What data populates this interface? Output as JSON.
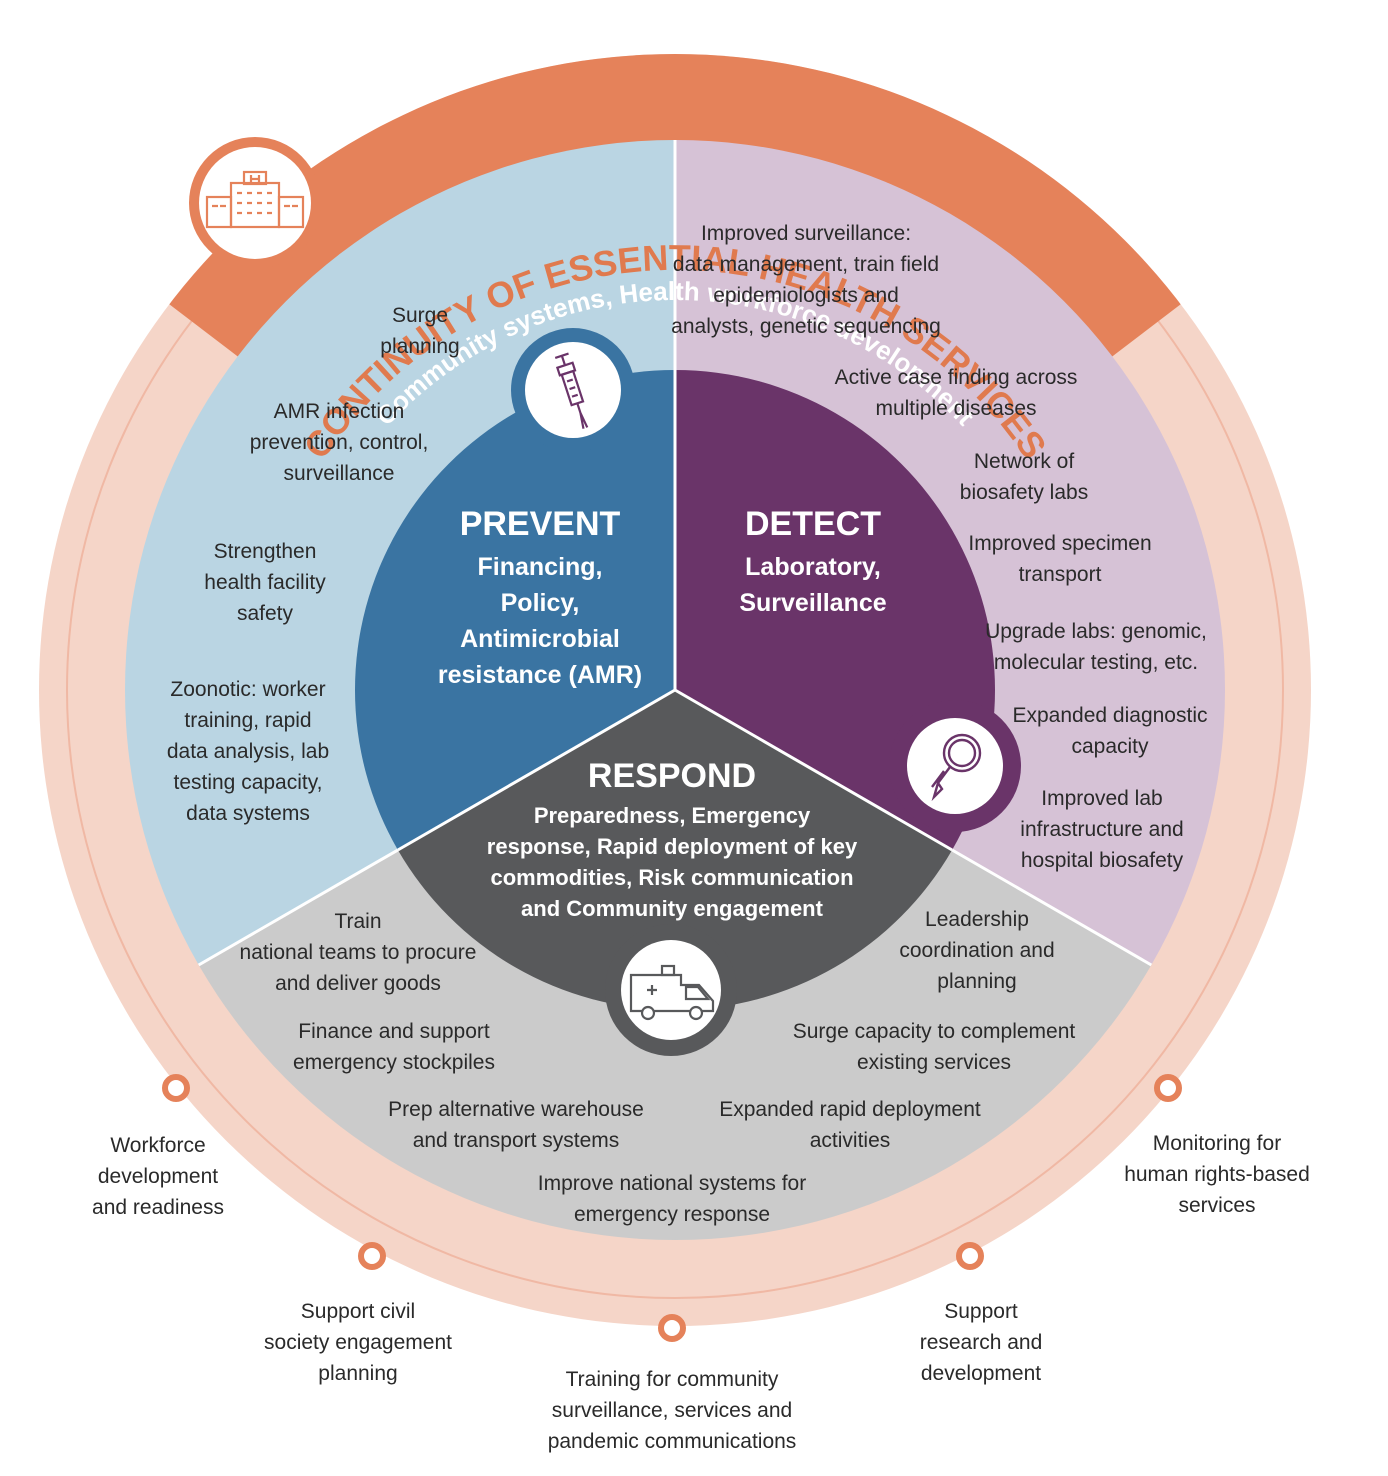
{
  "outer_title": "CONTINUITY OF ESSENTIAL HEALTH SERVICES",
  "band_title": "Community systems, Health workforce development",
  "colors": {
    "orange": "#e5825a",
    "outer_ring": "#f5d5c8",
    "prevent_light": "#bad5e3",
    "prevent_dark": "#3a74a2",
    "detect_light": "#d6c2d6",
    "detect_dark": "#6a3469",
    "respond_light": "#cbcbcb",
    "respond_dark": "#58595b"
  },
  "icons": {
    "hospital": "hospital-icon",
    "syringe": "syringe-icon",
    "magnifier": "magnifying-glass-icon",
    "ambulance": "ambulance-icon"
  },
  "prevent": {
    "title": "PREVENT",
    "subtitle_lines": [
      "Financing,",
      "Policy,",
      "Antimicrobial",
      "resistance (AMR)"
    ],
    "items": [
      [
        "Surge",
        "planning"
      ],
      [
        "AMR infection",
        "prevention, control,",
        "surveillance"
      ],
      [
        "Strengthen",
        "health facility",
        "safety"
      ],
      [
        "Zoonotic: worker",
        "training, rapid",
        "data analysis, lab",
        "testing capacity,",
        "data systems"
      ]
    ]
  },
  "detect": {
    "title": "DETECT",
    "subtitle_lines": [
      "Laboratory,",
      "Surveillance"
    ],
    "items": [
      [
        "Improved surveillance:",
        "data management, train field",
        "epidemiologists and",
        "analysts, genetic sequencing"
      ],
      [
        "Active case finding across",
        "multiple diseases"
      ],
      [
        "Network of",
        "biosafety labs"
      ],
      [
        "Improved specimen",
        "transport"
      ],
      [
        "Upgrade labs: genomic,",
        "molecular testing, etc."
      ],
      [
        "Expanded diagnostic",
        "capacity"
      ],
      [
        "Improved lab",
        "infrastructure and",
        "hospital biosafety"
      ]
    ]
  },
  "respond": {
    "title": "RESPOND",
    "subtitle_lines": [
      "Preparedness, Emergency",
      "response, Rapid deployment of key",
      "commodities, Risk communication",
      "and Community engagement"
    ],
    "items": [
      [
        "Train",
        "national teams to procure",
        "and deliver goods"
      ],
      [
        "Finance and support",
        "emergency stockpiles"
      ],
      [
        "Prep alternative warehouse",
        "and transport systems"
      ],
      [
        "Improve national systems for",
        "emergency response"
      ],
      [
        "Expanded rapid deployment",
        "activities"
      ],
      [
        "Surge capacity to complement",
        "existing services"
      ],
      [
        "Leadership",
        "coordination and",
        "planning"
      ]
    ]
  },
  "outer_items": [
    [
      "Workforce",
      "development",
      "and readiness"
    ],
    [
      "Support civil",
      "society engagement",
      "planning"
    ],
    [
      "Training for community",
      "surveillance, services and",
      "pandemic communications"
    ],
    [
      "Support",
      "research and",
      "development"
    ],
    [
      "Monitoring for",
      "human rights-based",
      "services"
    ]
  ]
}
